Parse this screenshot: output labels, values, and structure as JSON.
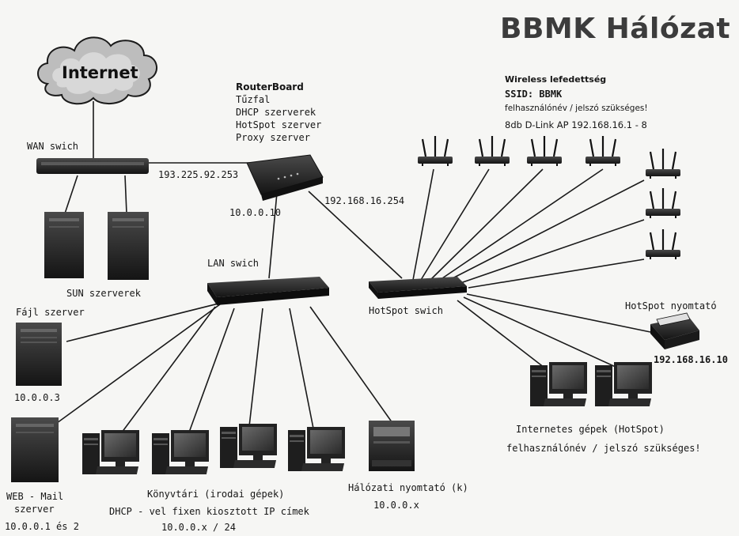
{
  "title": "BBMK Hálózat",
  "internet": {
    "label": "Internet"
  },
  "wan_switch": {
    "label": "WAN swich"
  },
  "sun_servers": {
    "label": "SUN szerverek"
  },
  "router": {
    "name": "RouterBoard",
    "features": [
      "Tűzfal",
      "DHCP szerverek",
      "HotSpot szerver",
      "Proxy szerver"
    ],
    "wan_ip": "193.225.92.253",
    "lan_ip": "10.0.0.10",
    "hotspot_ip": "192.168.16.254"
  },
  "lan_switch": {
    "label": "LAN swich"
  },
  "hotspot_switch": {
    "label": "HotSpot swich"
  },
  "wireless": {
    "title": "Wireless lefedettség",
    "ssid": "SSID:  BBMK",
    "note": "felhasználónév / jelszó szükséges!",
    "aps": "8db D-Link AP 192.168.16.1 - 8"
  },
  "file_server": {
    "label": "Fájl szerver",
    "ip": "10.0.0.3"
  },
  "web_mail_server": {
    "label_line1": "WEB - Mail",
    "label_line2": "szerver",
    "ip": "10.0.0.1 és 2"
  },
  "library_pcs": {
    "label": "Könyvtári (irodai gépek)",
    "dhcp_note": "DHCP - vel fixen kiosztott IP címek",
    "ip": "10.0.0.x / 24"
  },
  "network_printer": {
    "label": "Hálózati nyomtató (k)",
    "ip": "10.0.0.x"
  },
  "hotspot_printer": {
    "label": "HotSpot nyomtató",
    "ip": "192.168.16.10"
  },
  "internet_pcs": {
    "label": "Internetes gépek (HotSpot)",
    "note": "felhasználónév / jelszó szükséges!"
  }
}
